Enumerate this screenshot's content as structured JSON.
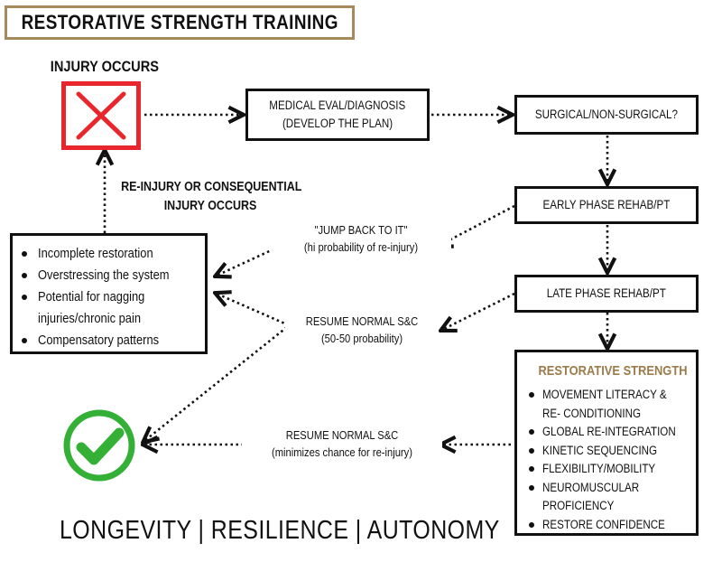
{
  "title": "RESTORATIVE STRENGTH TRAINING",
  "injury_label": "INJURY OCCURS",
  "boxes": {
    "medical_line1": "MEDICAL EVAL/DIAGNOSIS",
    "medical_line2": "(DEVELOP THE PLAN)",
    "surgical": "SURGICAL/NON-SURGICAL?",
    "early": "EARLY PHASE REHAB/PT",
    "late": "LATE PHASE REHAB/PT"
  },
  "reinjury_line1": "RE-INJURY OR CONSEQUENTIAL",
  "reinjury_line2": "INJURY OCCURS",
  "risks": [
    "Incomplete restoration",
    "Overstressing the system",
    "Potential for nagging",
    "injuries/chronic pain",
    "Compensatory patterns"
  ],
  "jump_line1": "\"JUMP BACK TO IT\"",
  "jump_line2": "(hi probability of re-injury)",
  "resume1_line1": "RESUME NORMAL S&C",
  "resume1_line2": "(50-50 probability)",
  "resume2_line1": "RESUME NORMAL S&C",
  "resume2_line2": "(minimizes chance for re-injury)",
  "restorative": {
    "title": "RESTORATIVE STRENGTH",
    "items": [
      "MOVEMENT LITERACY &",
      "RE- CONDITIONING",
      "GLOBAL RE-INTEGRATION",
      "KINETIC SEQUENCING",
      "FLEXIBILITY/MOBILITY",
      "NEUROMUSCULAR",
      "PROFICIENCY",
      "RESTORE CONFIDENCE"
    ]
  },
  "footer": "LONGEVITY | RESILIENCE | AUTONOMY",
  "colors": {
    "gold": "#9c7b4a",
    "title_border": "#a8895c",
    "x_red": "#e8262b",
    "check_green": "#33b035"
  },
  "icons": {
    "injury": "x-mark-icon",
    "success": "check-circle-icon"
  }
}
